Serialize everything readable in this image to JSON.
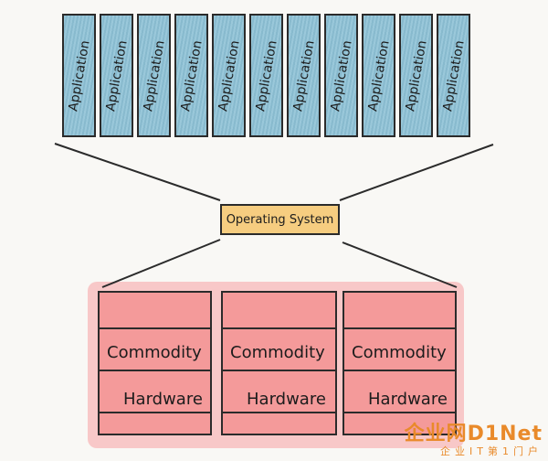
{
  "diagram": {
    "applications": [
      {
        "label": "Application"
      },
      {
        "label": "Application"
      },
      {
        "label": "Application"
      },
      {
        "label": "Application"
      },
      {
        "label": "Application"
      },
      {
        "label": "Application"
      },
      {
        "label": "Application"
      },
      {
        "label": "Application"
      },
      {
        "label": "Application"
      },
      {
        "label": "Application"
      },
      {
        "label": "Application"
      }
    ],
    "operating_system": {
      "label": "Operating System"
    },
    "hardware": [
      {
        "line1": "Commodity",
        "line2": "Hardware"
      },
      {
        "line1": "Commodity",
        "line2": "Hardware"
      },
      {
        "line1": "Commodity",
        "line2": "Hardware"
      }
    ],
    "colors": {
      "application_fill": "#8ec2d6",
      "os_fill": "#f6cd80",
      "hardware_fill": "#f49a9a",
      "hardware_wash": "#f7b8b8",
      "outline": "#2b2b2b"
    }
  },
  "watermark": {
    "title": "企业网D1Net",
    "subtitle": "企业IT第1门户"
  }
}
